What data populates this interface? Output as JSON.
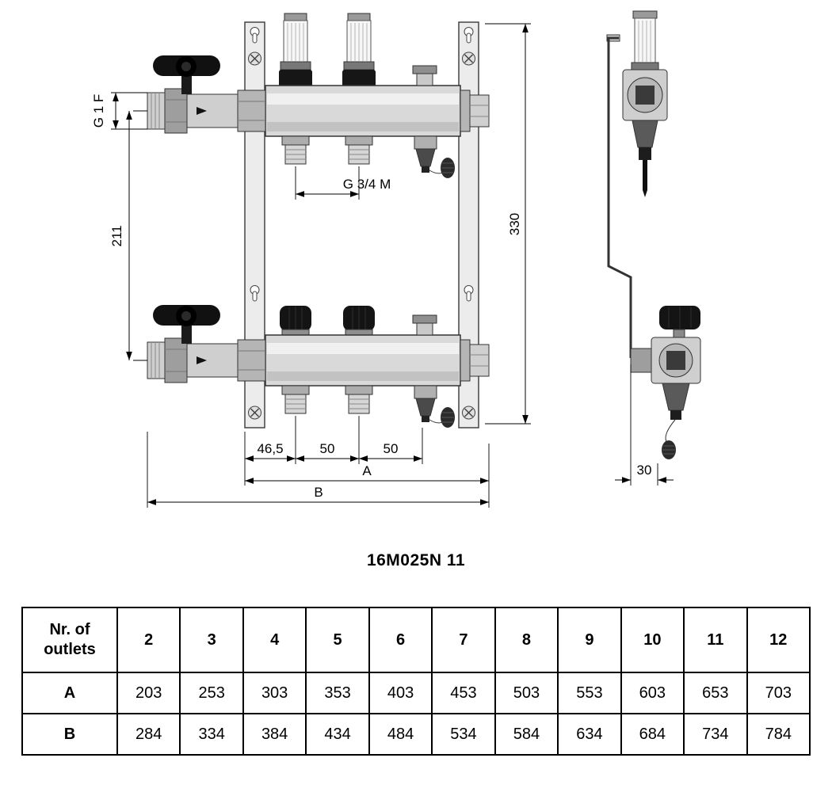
{
  "title": "16M025N 11",
  "drawing": {
    "front_dims": {
      "port_left": "G 1 F",
      "spacing_vertical": "211",
      "outlet_thread": "G 3/4 M",
      "height": "330",
      "offset_first": "46,5",
      "pitch_1": "50",
      "pitch_2": "50",
      "width_a": "A",
      "width_b": "B"
    },
    "side_dims": {
      "depth": "30"
    }
  },
  "table": {
    "header_label": "Nr. of outlets",
    "columns": [
      "2",
      "3",
      "4",
      "5",
      "6",
      "7",
      "8",
      "9",
      "10",
      "11",
      "12"
    ],
    "rows": [
      {
        "label": "A",
        "values": [
          "203",
          "253",
          "303",
          "353",
          "403",
          "453",
          "503",
          "553",
          "603",
          "653",
          "703"
        ]
      },
      {
        "label": "B",
        "values": [
          "284",
          "334",
          "384",
          "434",
          "484",
          "534",
          "584",
          "634",
          "684",
          "734",
          "784"
        ]
      }
    ]
  }
}
